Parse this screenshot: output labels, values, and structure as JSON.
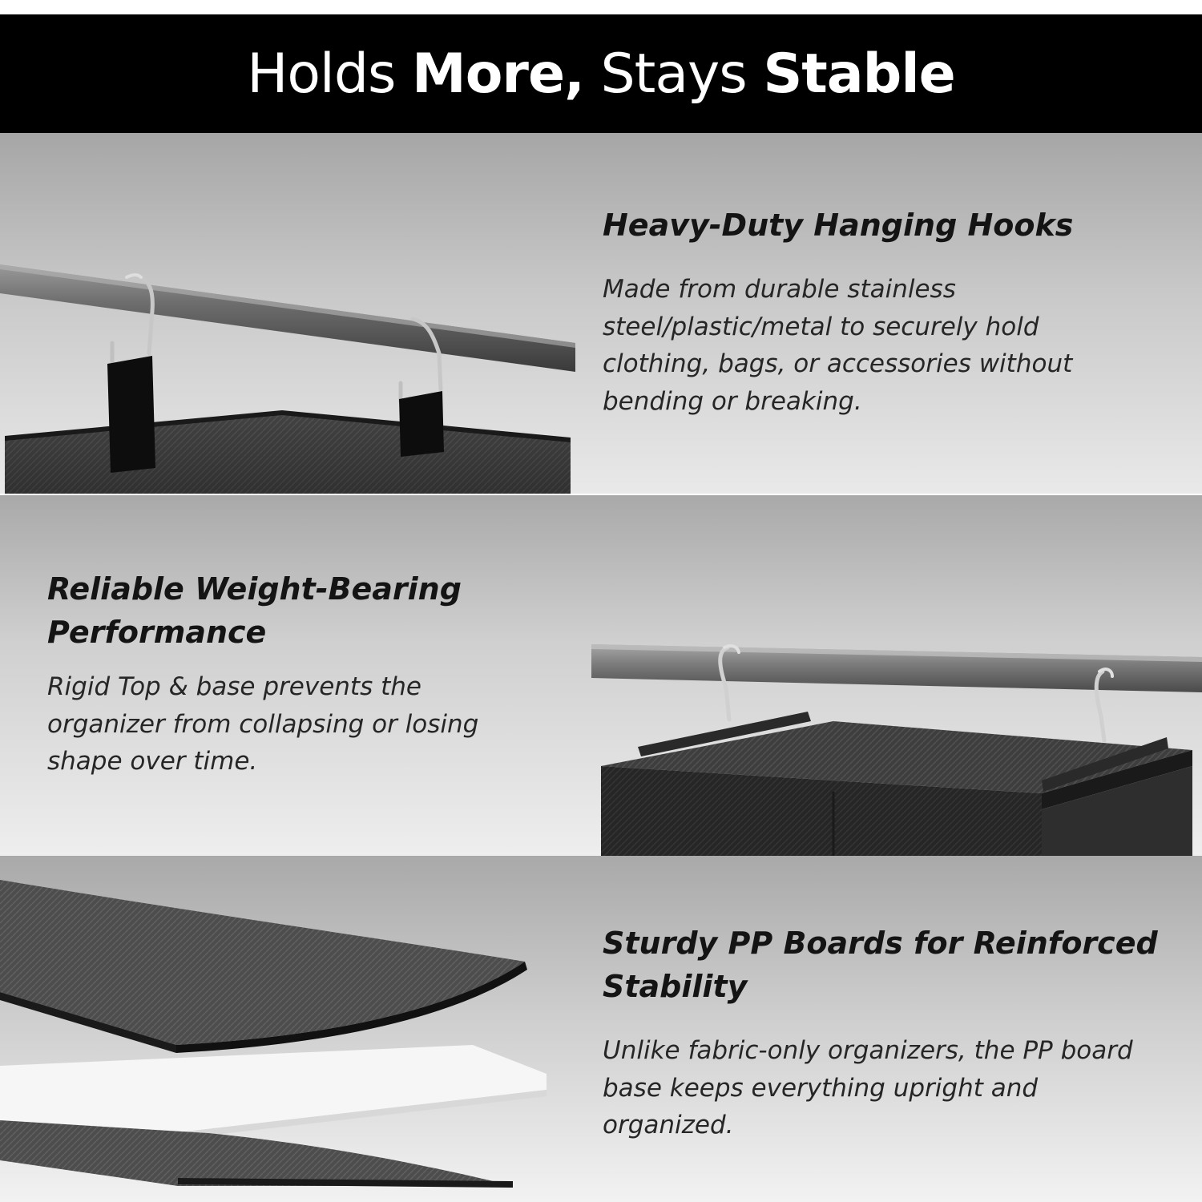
{
  "header": {
    "title_part1": "Holds ",
    "title_bold1": "More,",
    "title_part2": " Stays ",
    "title_bold2": "Stable"
  },
  "features": [
    {
      "heading": "Heavy-Duty Hanging Hooks",
      "body": "Made from durable stainless steel/plastic/metal to securely hold clothing, bags, or accessories without bending or breaking."
    },
    {
      "heading": "Reliable Weight-Bearing Performance",
      "body": "Rigid Top & base prevents the organizer from collapsing or losing shape over time."
    },
    {
      "heading": "Sturdy PP Boards for Reinforced Stability",
      "body": "Unlike fabric-only organizers, the PP board base keeps everything upright and organized."
    }
  ],
  "colors": {
    "header_background": "#000000",
    "header_text": "#ffffff",
    "heading_text": "#141414",
    "body_text": "#262626"
  },
  "icons": [
    "hanging-rod-with-hooks",
    "organizer-top-with-hooks",
    "pp-board-layers"
  ]
}
